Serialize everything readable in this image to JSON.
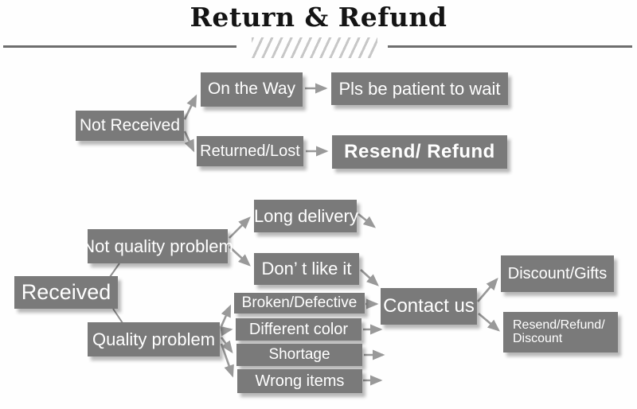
{
  "header": {
    "title": "Return & Refund"
  },
  "colors": {
    "box_fill": "#7a7a7a",
    "box_text": "#ffffff",
    "arrow": "#999999",
    "title_text": "#141414",
    "divider": "#6e6e6e",
    "hatch": "#c7c7c7"
  },
  "nodes": {
    "not_received": "Not Received",
    "on_the_way": "On the Way",
    "pls_wait": "Pls be patient to wait",
    "returned_lost": "Returned/Lost",
    "resend_refund": "Resend/ Refund",
    "received": "Received",
    "not_quality_problem": "Not quality problem",
    "quality_problem": "Quality problem",
    "long_delivery": "Long delivery",
    "dont_like_it": "Don’ t like it",
    "broken_defective": "Broken/Defective",
    "different_color": "Different color",
    "shortage": "Shortage",
    "wrong_items": "Wrong items",
    "contact_us": "Contact us",
    "discount_gifts": "Discount/Gifts",
    "resend_refund_discount": "Resend/Refund/ Discount"
  },
  "edges": [
    {
      "from": "not_received",
      "to": "on_the_way"
    },
    {
      "from": "not_received",
      "to": "returned_lost"
    },
    {
      "from": "on_the_way",
      "to": "pls_wait"
    },
    {
      "from": "returned_lost",
      "to": "resend_refund"
    },
    {
      "from": "received",
      "to": "not_quality_problem"
    },
    {
      "from": "received",
      "to": "quality_problem"
    },
    {
      "from": "not_quality_problem",
      "to": "long_delivery"
    },
    {
      "from": "not_quality_problem",
      "to": "dont_like_it"
    },
    {
      "from": "long_delivery",
      "to": "contact_us"
    },
    {
      "from": "dont_like_it",
      "to": "contact_us"
    },
    {
      "from": "quality_problem",
      "to": "broken_defective"
    },
    {
      "from": "quality_problem",
      "to": "different_color"
    },
    {
      "from": "quality_problem",
      "to": "shortage"
    },
    {
      "from": "quality_problem",
      "to": "wrong_items"
    },
    {
      "from": "broken_defective",
      "to": "contact_us"
    },
    {
      "from": "different_color",
      "to": "contact_us"
    },
    {
      "from": "shortage",
      "to": "contact_us"
    },
    {
      "from": "wrong_items",
      "to": "contact_us"
    },
    {
      "from": "contact_us",
      "to": "discount_gifts"
    },
    {
      "from": "contact_us",
      "to": "resend_refund_discount"
    }
  ]
}
